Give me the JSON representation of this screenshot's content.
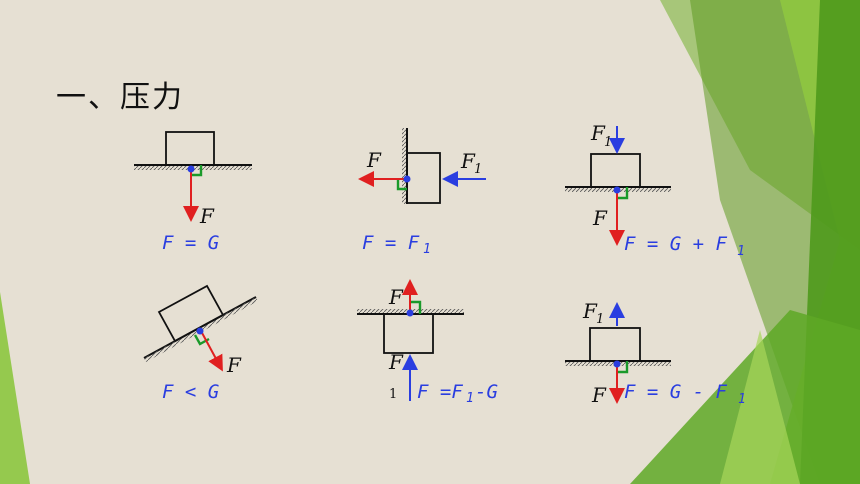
{
  "title": "一、压力",
  "labels": {
    "f": "F",
    "f1_letter": "F",
    "f1_sub": "1"
  },
  "equations": {
    "eq1": "F = G",
    "eq2_main": "F = F",
    "eq2_sub": "1",
    "eq3_main": "F = G + F",
    "eq3_sub": "1",
    "eq4": "F < G",
    "eq5_a": "F =F",
    "eq5_sub": "1",
    "eq5_b": "-G",
    "eq6_main": "F = G - F",
    "eq6_sub": "1"
  },
  "stray_text": "1",
  "colors": {
    "background": "#e6e0d3",
    "force_red": "#e02020",
    "force_blue": "#2a3ee0",
    "right_angle": "#1a9a2a",
    "point": "#2a3ee0",
    "green_dark": "#4f9a1c",
    "green_light": "#8fc840"
  }
}
